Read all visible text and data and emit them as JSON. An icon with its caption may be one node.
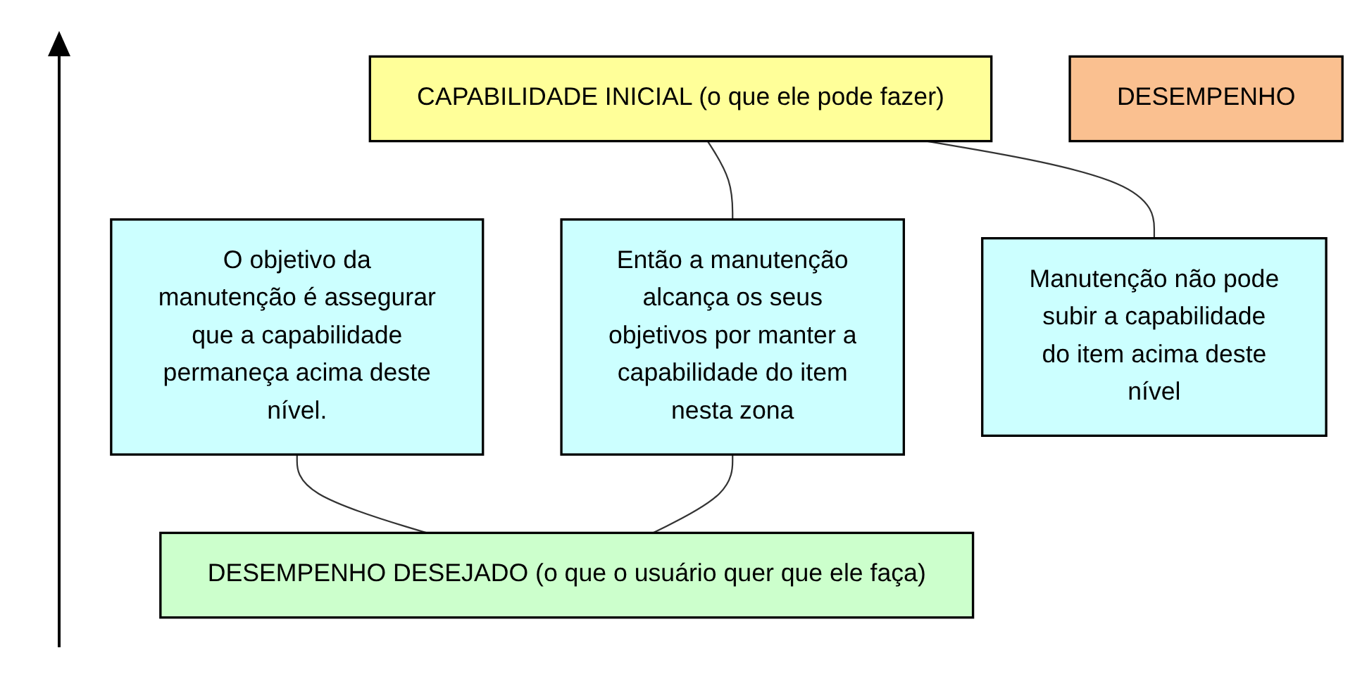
{
  "diagram": {
    "nodes": [
      {
        "text": [
          "CAPABILIDADE INICIAL (o que ele pode fazer)"
        ]
      },
      {
        "text": [
          "Manutenção não pode subir a capabilidade do item acima deste nível"
        ]
      },
      {
        "text": [
          "O objetivo da manutenção é assegurar que a capabilidade permaneça acima deste nível."
        ]
      },
      {
        "text": [
          "Então a manutenção alcança os seus objetivos por manter a capabilidade do item nesta zona"
        ]
      },
      {
        "text": [
          "DESEMPENHO DESEJADO (o que o usuário quer que ele faça)"
        ]
      },
      {
        "text": [
          "DESEMPENHO"
        ]
      }
    ],
    "edges": [
      {
        "from": 0,
        "to": 1,
        "arrow": "none"
      },
      {
        "from": 0,
        "to": 3,
        "arrow": "none"
      },
      {
        "from": 2,
        "to": 4,
        "arrow": "none"
      },
      {
        "from": 3,
        "to": 4,
        "arrow": "none"
      }
    ]
  }
}
